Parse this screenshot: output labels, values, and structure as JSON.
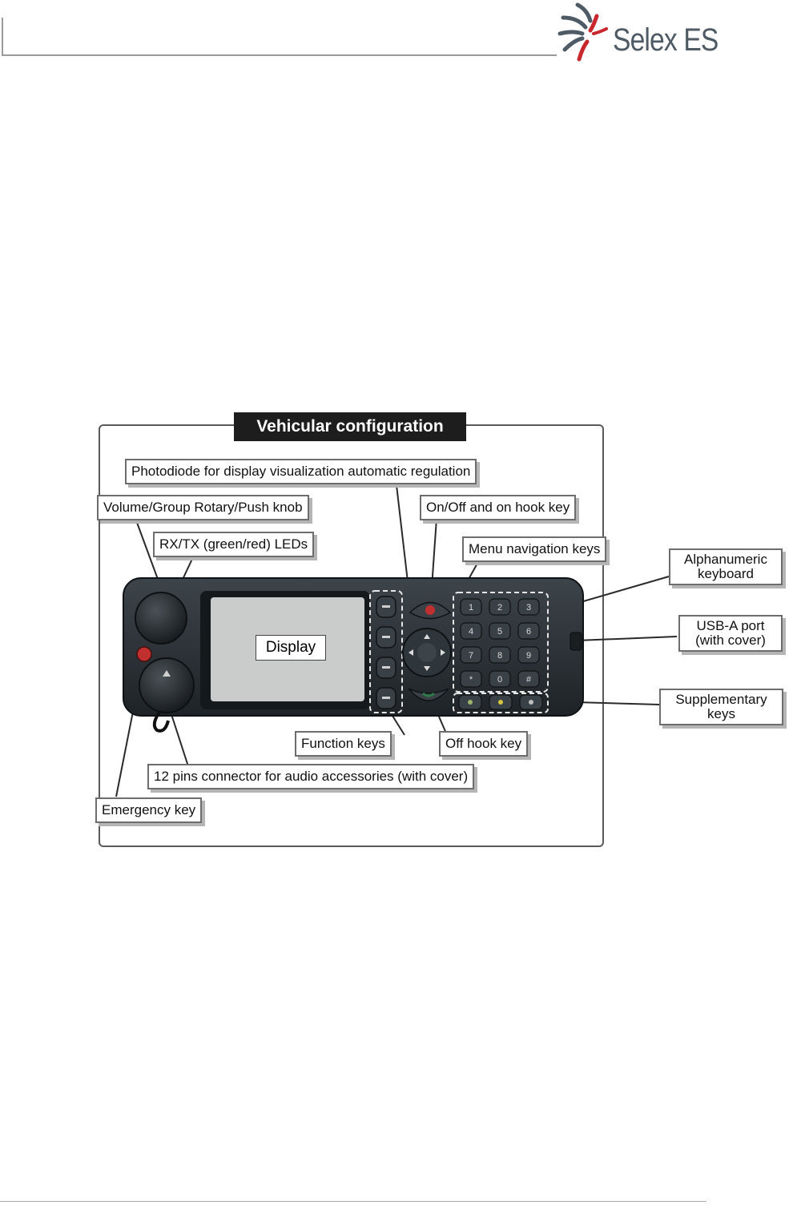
{
  "header": {
    "logo_text": "Selex ES",
    "brand_colors": {
      "grey": "#4e5a64",
      "red": "#c8272e"
    }
  },
  "figure": {
    "title": "Vehicular configuration",
    "display_label": "Display",
    "callouts": {
      "photodiode": "Photodiode for display visualization automatic regulation",
      "volume_knob": "Volume/Group Rotary/Push knob",
      "rx_tx_leds": "RX/TX (green/red) LEDs",
      "on_off_key": "On/Off and on hook key",
      "menu_nav_keys": "Menu navigation keys",
      "alphanumeric_line1": "Alphanumeric",
      "alphanumeric_line2": "keyboard",
      "usb_line1": "USB-A port",
      "usb_line2": "(with cover)",
      "supplementary_line1": "Supplementary",
      "supplementary_line2": "keys",
      "function_keys": "Function keys",
      "off_hook_key": "Off hook key",
      "connector": "12 pins connector for audio accessories (with cover)",
      "emergency_key": "Emergency key"
    }
  },
  "device": {
    "keypad_keys": [
      "1",
      "2",
      "3",
      "4",
      "5",
      "6",
      "7",
      "8",
      "9",
      "*",
      "0",
      "#"
    ],
    "colors": {
      "body": "#2b3136",
      "screen": "#c9cccb",
      "emergency": "#c0302e",
      "off_hook": "#2f7a4a"
    }
  }
}
